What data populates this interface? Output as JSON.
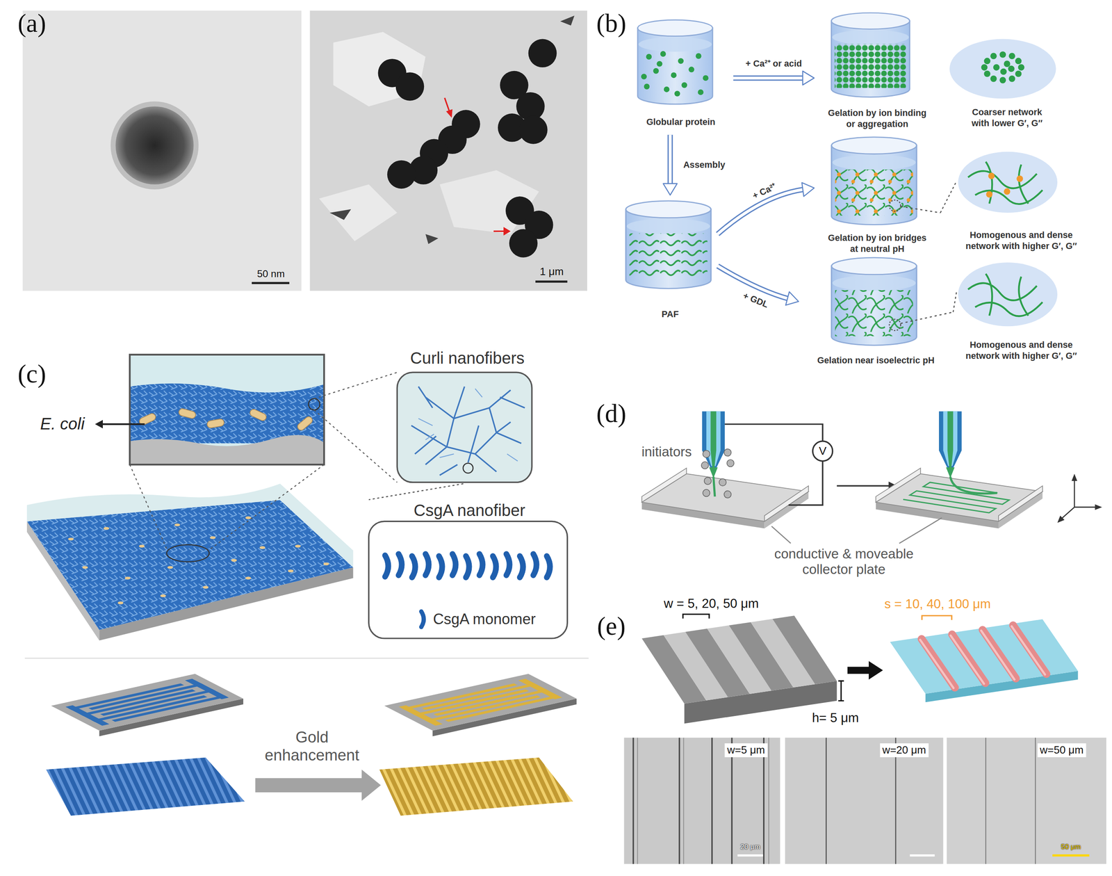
{
  "diagram": {
    "nodes": [
      {
        "text": [
          "Globular protein"
        ]
      },
      {
        "text": [
          "Gelation by ion binding or aggregation"
        ]
      },
      {
        "text": [
          "Coarser network with lower G′, G″"
        ]
      },
      {
        "text": [
          "PAF"
        ]
      },
      {
        "text": [
          "Gelation by ion bridges at neutral pH"
        ]
      },
      {
        "text": [
          "Homogenous and dense network with higher G′, G″"
        ]
      },
      {
        "text": [
          "Gelation near isoelectric pH"
        ]
      },
      {
        "text": [
          "Homogenous and dense network with higher G′, G″"
        ]
      },
      {
        "text": [
          "Curli nanofibers"
        ]
      },
      {
        "text": [
          "CsgA nanofiber",
          "CsgA monomer"
        ]
      }
    ],
    "edges": [
      {
        "from": 0,
        "to": 1,
        "arrow": "to",
        "label": "+ Ca²⁺ or acid"
      },
      {
        "from": 0,
        "to": 3,
        "arrow": "to",
        "label": "Assembly"
      },
      {
        "from": 3,
        "to": 4,
        "arrow": "to",
        "label": "+ Ca²⁺"
      },
      {
        "from": 3,
        "to": 6,
        "arrow": "to",
        "label": "+ GDL"
      },
      {
        "from": 4,
        "to": 5,
        "arrow": "none"
      },
      {
        "from": 6,
        "to": 7,
        "arrow": "none"
      },
      {
        "from": 8,
        "to": 9,
        "arrow": "none"
      }
    ],
    "labels": [
      "(a)",
      "50 nm",
      "1 μm",
      "(b)",
      "(c)",
      "E. coli",
      "Gold enhancement",
      "(d)",
      "initiators",
      "V",
      "conductive & moveable collector plate",
      "(e)",
      "w = 5, 20, 50 μm",
      "h= 5 μm",
      "s = 10, 40, 100 μm",
      "w=5 μm",
      "w=20 μm",
      "w=50 μm",
      "20 μm",
      "50 μm"
    ]
  }
}
